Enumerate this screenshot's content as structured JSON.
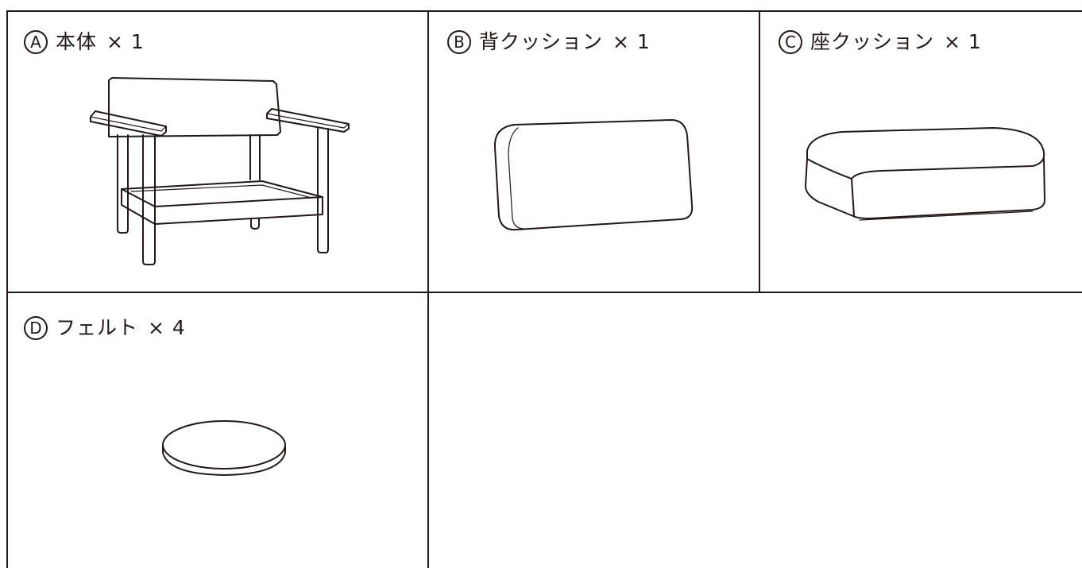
{
  "parts": [
    {
      "letter": "A",
      "name": "本体",
      "qty": "× 1",
      "icon": "chair-frame-icon"
    },
    {
      "letter": "B",
      "name": "背クッション",
      "qty": "× 1",
      "icon": "back-cushion-icon"
    },
    {
      "letter": "C",
      "name": "座クッション",
      "qty": "× 1",
      "icon": "seat-cushion-icon"
    },
    {
      "letter": "D",
      "name": "フェルト",
      "qty": "× 4",
      "icon": "felt-pad-icon"
    }
  ],
  "colors": {
    "line": "#231815",
    "background": "#ffffff"
  }
}
